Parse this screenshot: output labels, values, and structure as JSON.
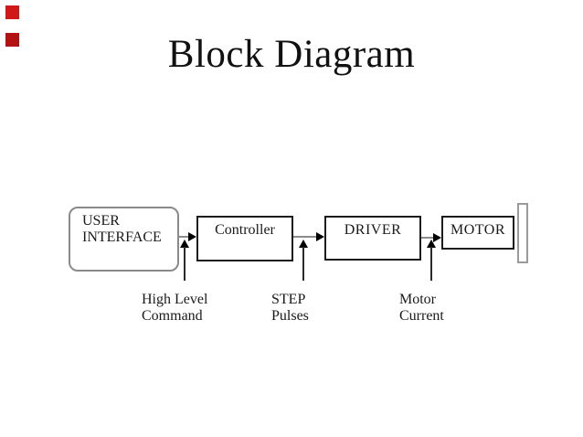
{
  "slide": {
    "title": "Block Diagram",
    "background_color": "#ffffff",
    "corner_markers": {
      "count": 2,
      "shape": "square",
      "colors": [
        "#d01818",
        "#b31212"
      ]
    }
  },
  "colors": {
    "text": "#1a1a1a",
    "block_border_black": "#1c1c1c",
    "block_border_gray": "#8a8a8a",
    "connector_gray": "#8c8c8c",
    "arrowhead_black": "#000000"
  },
  "diagram": {
    "blocks": [
      {
        "id": "user-interface",
        "shape": "rounded-rect",
        "lines": [
          "USER",
          "INTERFACE"
        ]
      },
      {
        "id": "controller",
        "shape": "rect",
        "lines": [
          "Controller"
        ]
      },
      {
        "id": "driver",
        "shape": "rect",
        "lines": [
          "DRIVER"
        ]
      },
      {
        "id": "motor",
        "shape": "rect",
        "lines": [
          "MOTOR"
        ]
      }
    ],
    "shaft": {
      "id": "motor-shaft-flange",
      "shape": "vertical-bar"
    },
    "connections": [
      {
        "from": "USER INTERFACE",
        "to": "Controller",
        "signal_lines": [
          "High Level",
          "Command"
        ]
      },
      {
        "from": "Controller",
        "to": "DRIVER",
        "signal_lines": [
          "STEP",
          "Pulses"
        ]
      },
      {
        "from": "DRIVER",
        "to": "MOTOR",
        "signal_lines": [
          "Motor",
          "Current"
        ]
      }
    ]
  }
}
